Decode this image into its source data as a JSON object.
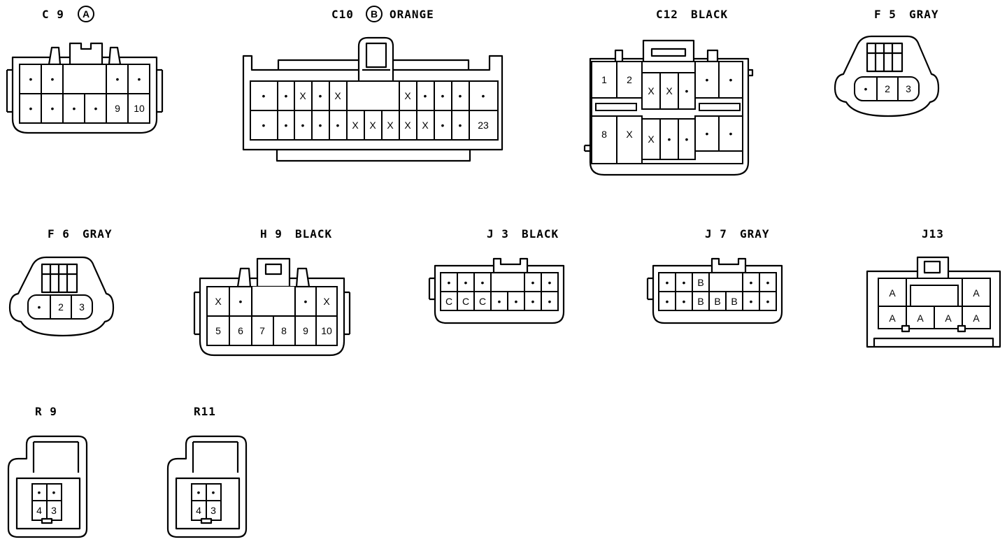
{
  "connectors": {
    "c9": {
      "code": "C 9",
      "badge": "A",
      "color": "",
      "top": [
        "•",
        "•",
        "",
        "",
        "",
        "•",
        "•"
      ],
      "bottom": [
        "•",
        "•",
        "•",
        "•",
        "9",
        "10"
      ]
    },
    "c10": {
      "code": "C10",
      "badge": "B",
      "color": "ORANGE",
      "top": [
        "•",
        "•",
        "X",
        "•",
        "X",
        "X",
        "•",
        "•",
        "•",
        "•"
      ],
      "bottom": [
        "•",
        "•",
        "•",
        "•",
        "•",
        "X",
        "X",
        "X",
        "X",
        "X",
        "•",
        "•",
        "23"
      ]
    },
    "c12": {
      "code": "C12",
      "color": "BLACK",
      "left_top": [
        "1",
        "2"
      ],
      "left_bottom": [
        "8",
        "X"
      ],
      "mid_top": [
        "X",
        "X",
        "•"
      ],
      "mid_bottom": [
        "X",
        "•",
        "•"
      ],
      "right_top": [
        "•",
        "•"
      ],
      "right_bottom": [
        "•",
        "•"
      ]
    },
    "f5": {
      "code": "F 5",
      "color": "GRAY",
      "pins": [
        "•",
        "2",
        "3"
      ]
    },
    "f6": {
      "code": "F 6",
      "color": "GRAY",
      "pins": [
        "•",
        "2",
        "3"
      ]
    },
    "h9": {
      "code": "H 9",
      "color": "BLACK",
      "top": [
        "X",
        "•",
        "•",
        "X"
      ],
      "bottom": [
        "5",
        "6",
        "7",
        "8",
        "9",
        "10"
      ]
    },
    "j3": {
      "code": "J 3",
      "color": "BLACK",
      "top": [
        "•",
        "•",
        "•",
        "•",
        "•"
      ],
      "bottom": [
        "C",
        "C",
        "C",
        "•",
        "•",
        "•",
        "•"
      ]
    },
    "j7": {
      "code": "J 7",
      "color": "GRAY",
      "top": [
        "•",
        "•",
        "B",
        "•",
        "•"
      ],
      "bottom": [
        "•",
        "•",
        "B",
        "B",
        "B",
        "•",
        "•"
      ]
    },
    "j13": {
      "code": "J13",
      "color": "",
      "top": [
        "A",
        "A"
      ],
      "bottom": [
        "A",
        "A",
        "A",
        "A"
      ]
    },
    "r9": {
      "code": "R 9",
      "color": "",
      "top": [
        "•",
        "•"
      ],
      "bottom": [
        "4",
        "3"
      ]
    },
    "r11": {
      "code": "R11",
      "color": "",
      "top": [
        "•",
        "•"
      ],
      "bottom": [
        "4",
        "3"
      ]
    }
  }
}
